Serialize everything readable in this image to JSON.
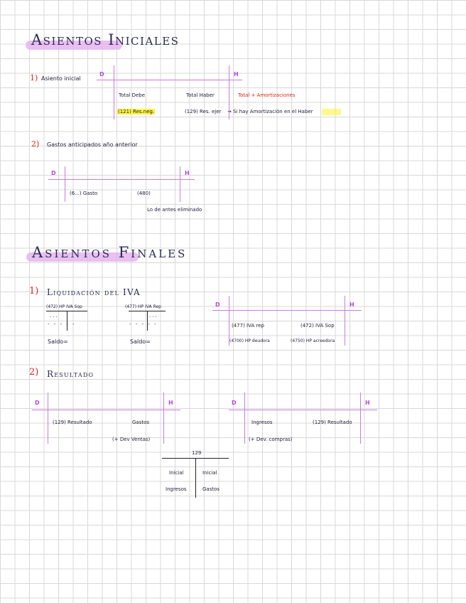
{
  "initial": {
    "title": "Asientos Iniciales",
    "item1": {
      "num": "1)",
      "title": "Asiento inicial",
      "d": "D",
      "h": "H",
      "debe": "Total Debe",
      "haber": "Total Haber",
      "note_total": "Total + Amortizaciones",
      "res_neg": "(121) Res.neg.",
      "res_ejer": "(129) Res. ejer",
      "note_amort": "→ Si hay Amortización en el Haber"
    },
    "item2": {
      "num": "2)",
      "title": "Gastos anticipados año anterior",
      "d": "D",
      "h": "H",
      "gasto": "(6...) Gasto",
      "cuenta": "(480)",
      "note": "Lo de antes eliminado"
    }
  },
  "final": {
    "title": "Asientos Finales",
    "item1": {
      "num": "1)",
      "title": "Liquidación del IVA",
      "t1_title": "(472) HP IVA Sop",
      "t2_title": "(477) HP IVA Rep",
      "t_dots": "...",
      "t_dash": "- - - - -",
      "saldo1": "Saldo=",
      "saldo2": "Saldo=",
      "d": "D",
      "h": "H",
      "iva_rep": "(477) IVA rep",
      "iva_sop": "(472) IVA Sop",
      "hp_deudora": "(4700) HP deudora",
      "hp_acreedora": "(4750) HP acreedora"
    },
    "item2": {
      "num": "2)",
      "title": "Resultado",
      "left": {
        "d": "D",
        "h": "H",
        "resultado": "(129) Resultado",
        "gastos": "Gastos",
        "dev_ventas": "(+ Dev Ventas)"
      },
      "right": {
        "d": "D",
        "h": "H",
        "ingresos": "Ingresos",
        "resultado": "(129) Resultado",
        "dev_compras": "(+ Dev. compras)"
      },
      "taccount": {
        "title": "129",
        "l1": "Inicial",
        "r1": "Inicial",
        "l2": "Ingresos",
        "r2": "Gastos"
      }
    }
  }
}
